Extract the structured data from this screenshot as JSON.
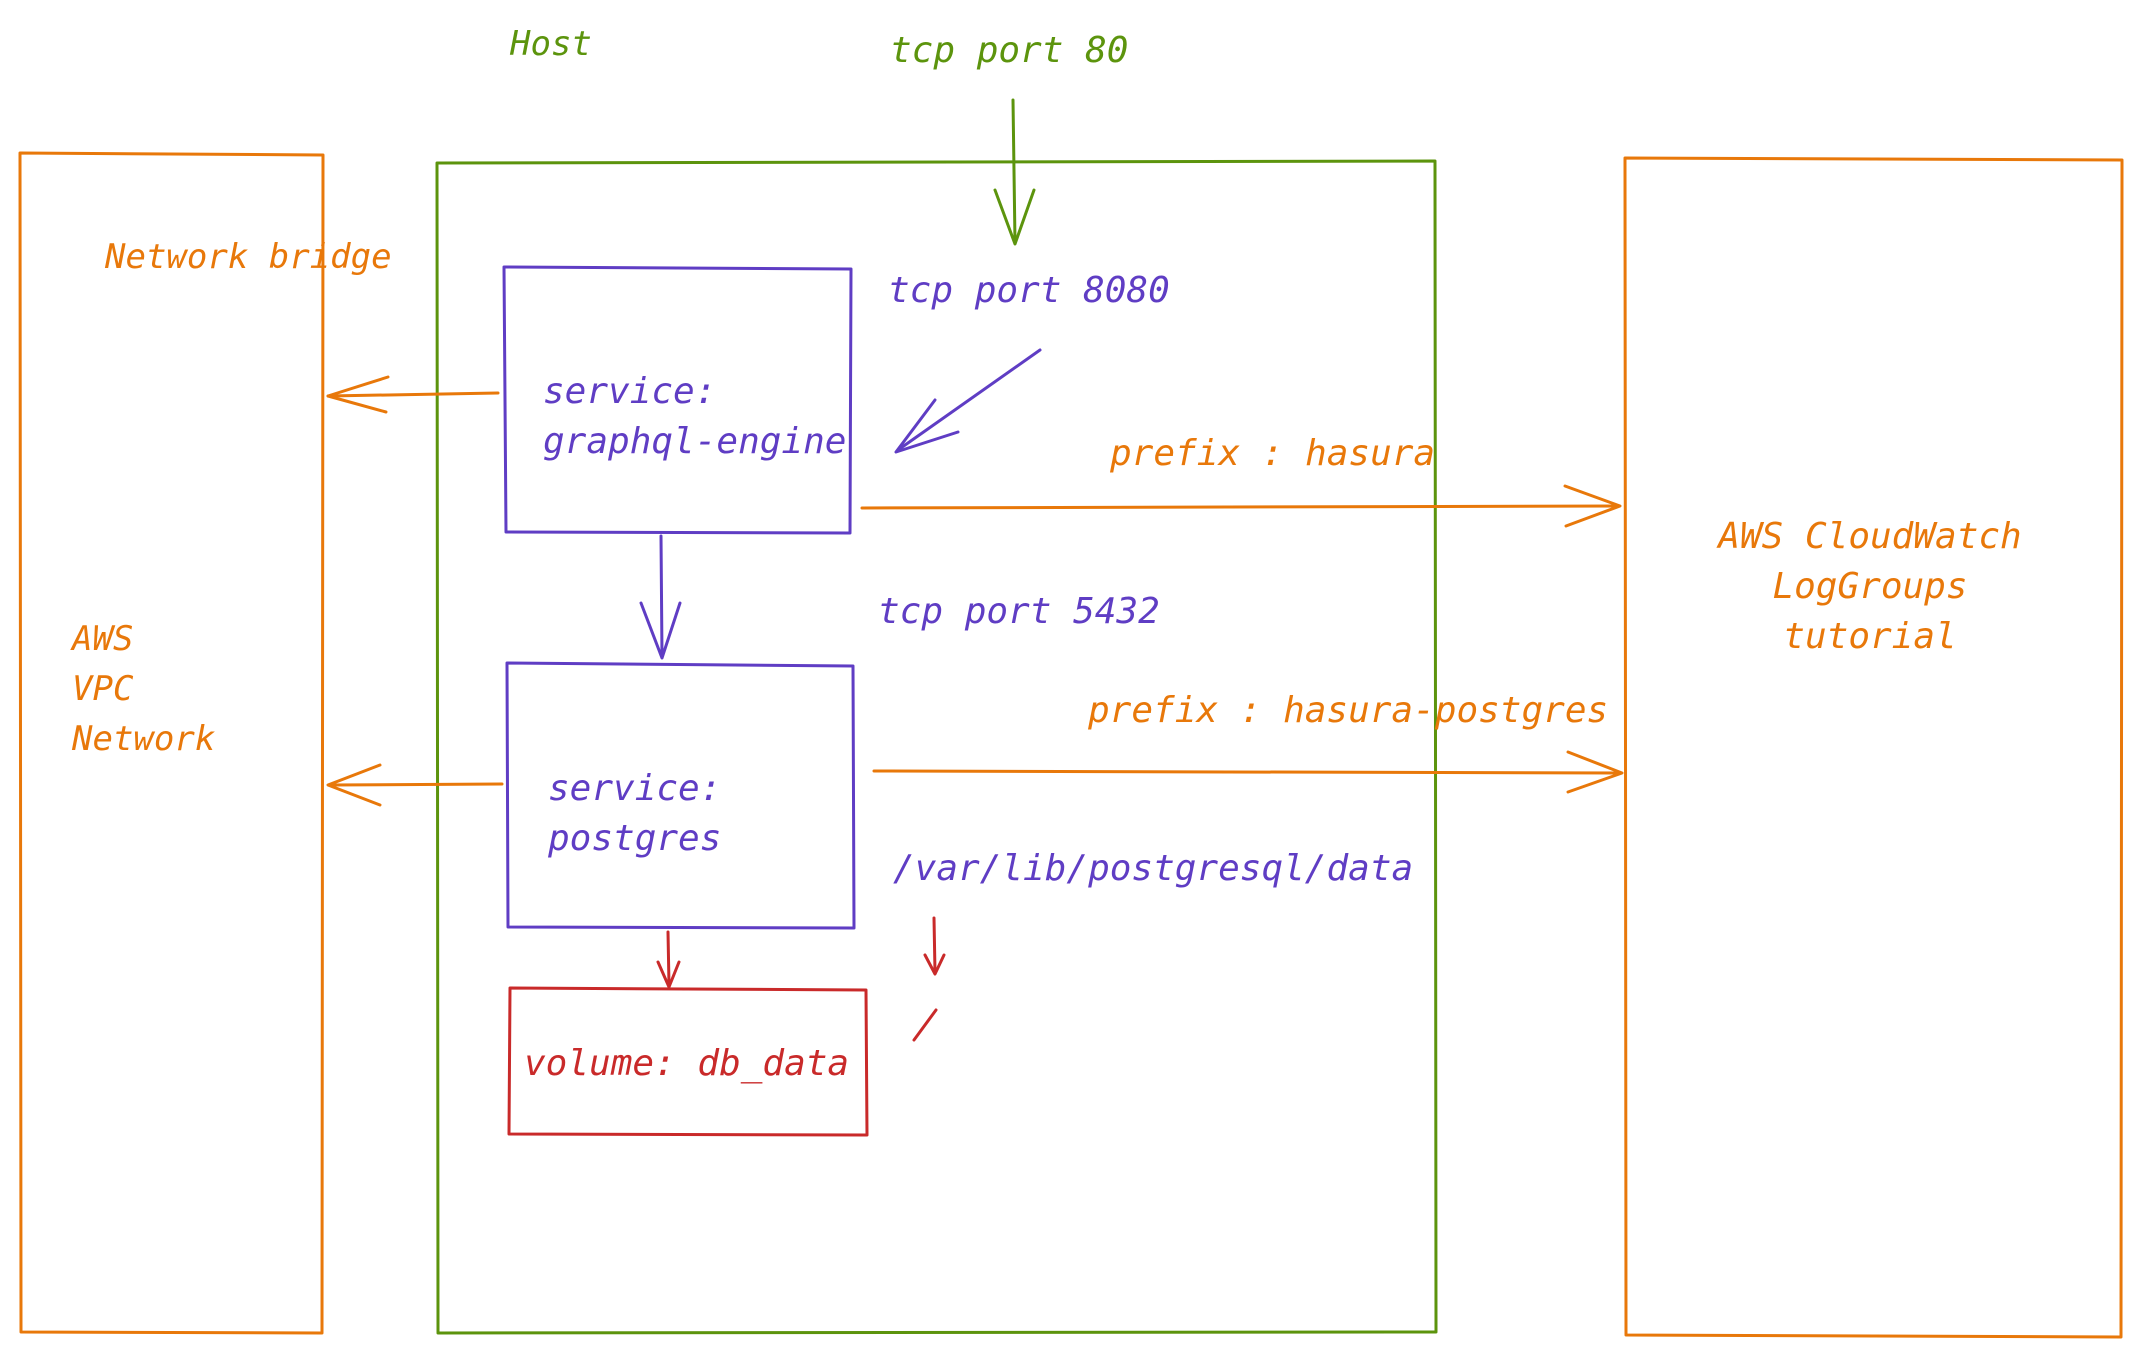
{
  "labels": {
    "host": "Host",
    "tcp_port_80": "tcp port 80",
    "network_bridge": "Network bridge",
    "tcp_port_8080": "tcp port 8080",
    "graphql_service": "service:",
    "graphql_name": "graphql-engine",
    "prefix_hasura": "prefix : hasura",
    "tcp_port_5432": "tcp port 5432",
    "postgres_service": "service:",
    "postgres_name": "postgres",
    "prefix_hasura_postgres": "prefix : hasura-postgres",
    "data_path": "/var/lib/postgresql/data",
    "volume": "volume: db_data",
    "aws_vpc_line1": "AWS",
    "aws_vpc_line2": "VPC",
    "aws_vpc_line3": "Network",
    "cloudwatch_line1": "AWS CloudWatch",
    "cloudwatch_line2": "LogGroups",
    "cloudwatch_line3": "tutorial"
  },
  "colors": {
    "host": "#5c940d",
    "services": "#5f3dc4",
    "aws": "#e8780a",
    "volume": "#c92a2a"
  }
}
